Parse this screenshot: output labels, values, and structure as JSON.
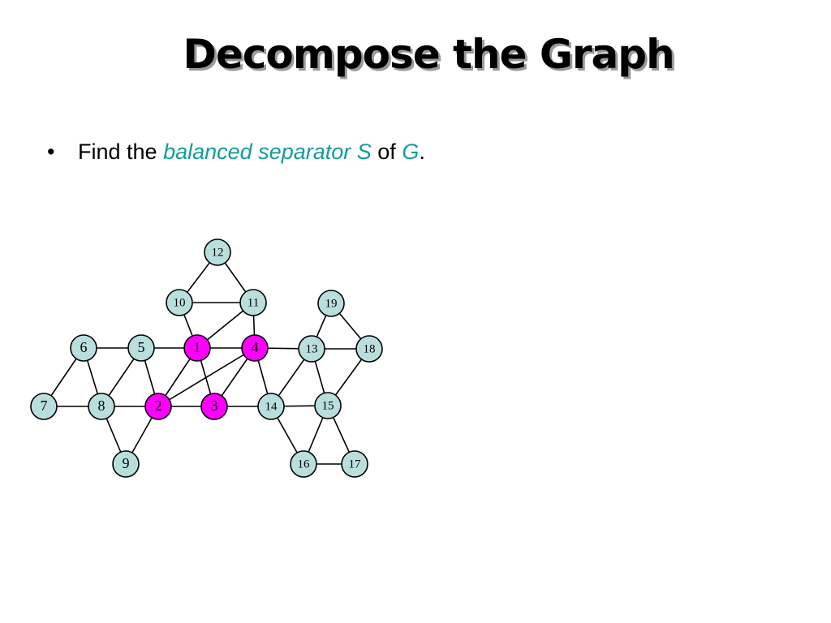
{
  "title": "Decompose the Graph",
  "bullet": {
    "marker": "•",
    "prefix": "Find the",
    "term": "balanced separator S",
    "middle": "of",
    "graph_symbol": "G",
    "suffix": "."
  },
  "colors": {
    "accent_text": "#139c9c",
    "node_fill": "#b9dede",
    "separator_fill": "#ff00ff",
    "stroke": "#000000"
  },
  "graph": {
    "nodes": [
      {
        "id": "1",
        "label": "1",
        "separator": true
      },
      {
        "id": "2",
        "label": "2",
        "separator": true
      },
      {
        "id": "3",
        "label": "3",
        "separator": true
      },
      {
        "id": "4",
        "label": "4",
        "separator": true
      },
      {
        "id": "5",
        "label": "5",
        "separator": false
      },
      {
        "id": "6",
        "label": "6",
        "separator": false
      },
      {
        "id": "7",
        "label": "7",
        "separator": false
      },
      {
        "id": "8",
        "label": "8",
        "separator": false
      },
      {
        "id": "9",
        "label": "9",
        "separator": false
      },
      {
        "id": "10",
        "label": "10",
        "separator": false
      },
      {
        "id": "11",
        "label": "11",
        "separator": false
      },
      {
        "id": "12",
        "label": "12",
        "separator": false
      },
      {
        "id": "13",
        "label": "13",
        "separator": false
      },
      {
        "id": "14",
        "label": "14",
        "separator": false
      },
      {
        "id": "15",
        "label": "15",
        "separator": false
      },
      {
        "id": "16",
        "label": "16",
        "separator": false
      },
      {
        "id": "17",
        "label": "17",
        "separator": false
      },
      {
        "id": "18",
        "label": "18",
        "separator": false
      },
      {
        "id": "19",
        "label": "19",
        "separator": false
      }
    ],
    "edges": [
      [
        "12",
        "10"
      ],
      [
        "12",
        "11"
      ],
      [
        "10",
        "11"
      ],
      [
        "10",
        "1"
      ],
      [
        "11",
        "1"
      ],
      [
        "11",
        "4"
      ],
      [
        "6",
        "5"
      ],
      [
        "5",
        "1"
      ],
      [
        "1",
        "4"
      ],
      [
        "4",
        "13"
      ],
      [
        "13",
        "18"
      ],
      [
        "19",
        "13"
      ],
      [
        "19",
        "18"
      ],
      [
        "6",
        "7"
      ],
      [
        "6",
        "8"
      ],
      [
        "5",
        "8"
      ],
      [
        "5",
        "2"
      ],
      [
        "1",
        "2"
      ],
      [
        "1",
        "3"
      ],
      [
        "4",
        "2"
      ],
      [
        "4",
        "3"
      ],
      [
        "4",
        "14"
      ],
      [
        "13",
        "14"
      ],
      [
        "13",
        "15"
      ],
      [
        "18",
        "15"
      ],
      [
        "7",
        "8"
      ],
      [
        "8",
        "2"
      ],
      [
        "2",
        "3"
      ],
      [
        "3",
        "14"
      ],
      [
        "14",
        "15"
      ],
      [
        "8",
        "9"
      ],
      [
        "2",
        "9"
      ],
      [
        "14",
        "16"
      ],
      [
        "15",
        "16"
      ],
      [
        "15",
        "17"
      ],
      [
        "16",
        "17"
      ]
    ]
  }
}
